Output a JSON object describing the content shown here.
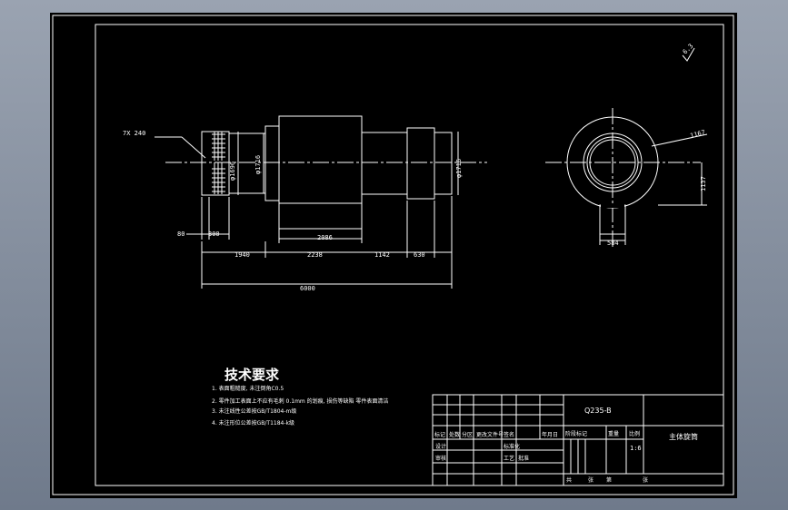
{
  "drawing": {
    "leader_label": "7X 240",
    "leader_label_suffix": "",
    "surface_finish": "6.3",
    "dim_d1": "φ1696",
    "dim_d2": "φ1716",
    "dim_d3": "φ1716",
    "dim_80": "80",
    "dim_300": "300",
    "dim_2086": "2086",
    "dim_1940": "1940",
    "dim_2238": "2238",
    "dim_1142": "1142",
    "dim_630": "630",
    "dim_6000": "6000",
    "dim_r167": "1167",
    "dim_1137": "1137",
    "dim_584": "584"
  },
  "tech": {
    "title": "技术要求",
    "items": [
      "1. 表面粗糙度, 未注倒角C0.5",
      "2. 零件加工表面上不应有毛刺 0.1mm 的划痕, 损伤等缺陷 零件表面清洁",
      "3. 未注线性公差按GB/T1804-m级",
      "4. 未注形位公差按GB/T1184-k级"
    ]
  },
  "title_block": {
    "material": "Q235-B",
    "part_name": "主体旋筒",
    "scale": "1:6",
    "headers": [
      "标记",
      "处数",
      "分区",
      "更改文件号",
      "签名",
      "年月日"
    ],
    "row2": [
      "设计",
      "",
      "",
      "标准化",
      "",
      ""
    ],
    "row3": [
      "审核",
      "",
      "",
      "工艺",
      "",
      "批准"
    ],
    "row4": [
      "",
      "",
      "",
      "",
      "",
      ""
    ],
    "stage_cols": [
      "阶段标记",
      "重量",
      "比例"
    ],
    "bottom": [
      "共",
      "张",
      "第",
      "张"
    ]
  }
}
